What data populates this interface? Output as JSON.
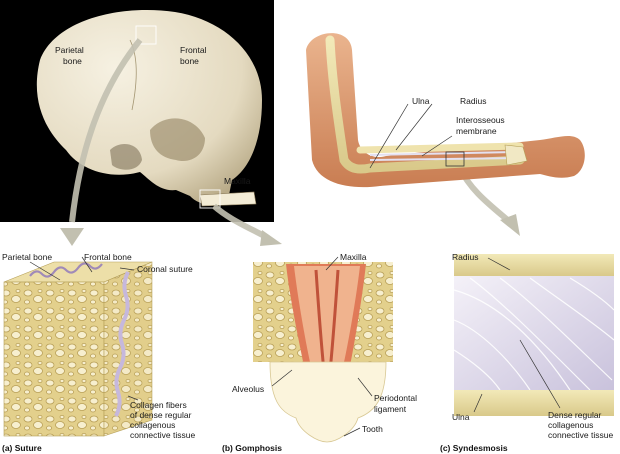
{
  "skull_panel": {
    "labels": {
      "parietal_line1": "Parietal",
      "parietal_line2": "bone",
      "frontal_line1": "Frontal",
      "frontal_line2": "bone",
      "maxilla": "Maxilla"
    }
  },
  "arm_panel": {
    "labels": {
      "ulna": "Ulna",
      "radius": "Radius",
      "interosseous_line1": "Interosseous",
      "interosseous_line2": "membrane"
    }
  },
  "suture_panel": {
    "labels": {
      "parietal_bone": "Parietal bone",
      "frontal_bone": "Frontal bone",
      "coronal_suture": "Coronal suture",
      "collagen_line1": "Collagen fibers",
      "collagen_line2": "of dense regular",
      "collagen_line3": "collagenous",
      "collagen_line4": "connective tissue"
    },
    "caption_letter": "(a)",
    "caption": "Suture"
  },
  "gomphosis_panel": {
    "labels": {
      "maxilla": "Maxilla",
      "alveolus": "Alveolus",
      "periodontal_line1": "Periodontal",
      "periodontal_line2": "ligament",
      "tooth": "Tooth"
    },
    "caption_letter": "(b)",
    "caption": "Gomphosis"
  },
  "syndesmosis_panel": {
    "labels": {
      "radius": "Radius",
      "ulna": "Ulna",
      "dense_line1": "Dense regular",
      "dense_line2": "collagenous",
      "dense_line3": "connective tissue"
    },
    "caption_letter": "(c)",
    "caption": "Syndesmosis"
  },
  "colors": {
    "bone": "#e8dca8",
    "bone_dark": "#c9b872",
    "skull": "#ece4cf",
    "photo_bg": "#000000",
    "skin": "#e0a074",
    "periodontal": "#e07a58",
    "arrow": "#c2c0b0",
    "fiber": "#d9d3ea"
  }
}
